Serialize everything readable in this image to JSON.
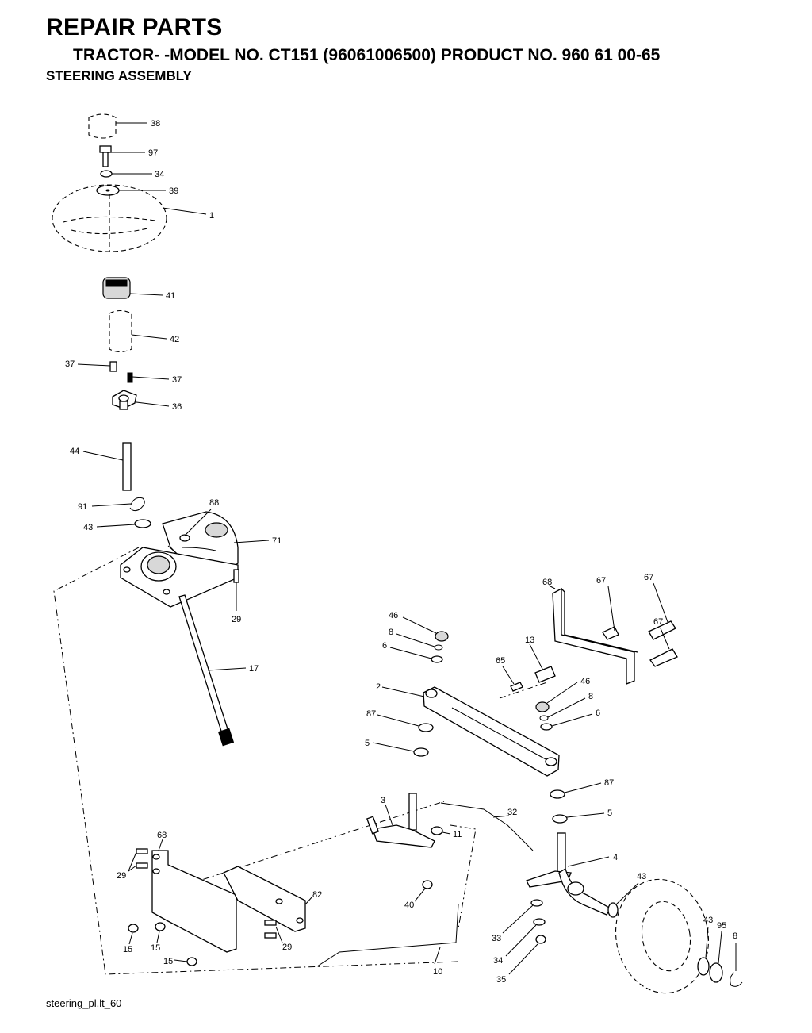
{
  "header": {
    "title": "REPAIR PARTS",
    "subtitle": "TRACTOR- -MODEL NO. CT151 (96061006500) PRODUCT NO. 960 61 00-65",
    "section": "STEERING ASSEMBLY"
  },
  "footer": {
    "code": "steering_pl.lt_60"
  },
  "callouts": {
    "c38": "38",
    "c97": "97",
    "c34a": "34",
    "c39": "39",
    "c1": "1",
    "c41": "41",
    "c42": "42",
    "c37a": "37",
    "c37b": "37",
    "c36": "36",
    "c44": "44",
    "c91": "91",
    "c43a": "43",
    "c88": "88",
    "c71": "71",
    "c29a": "29",
    "c17": "17",
    "c68a": "68",
    "c67a": "67",
    "c67b": "67",
    "c67c": "67",
    "c46a": "46",
    "c8a": "8",
    "c6a": "6",
    "c13": "13",
    "c65": "65",
    "c46b": "46",
    "c8b": "8",
    "c6b": "6",
    "c2": "2",
    "c87a": "87",
    "c5a": "5",
    "c87b": "87",
    "c5b": "5",
    "c3": "3",
    "c32": "32",
    "c11": "11",
    "c4": "4",
    "c43b": "43",
    "c40": "40",
    "c33": "33",
    "c34b": "34",
    "c35": "35",
    "c43c": "43",
    "c95": "95",
    "c8c": "8",
    "c68b": "68",
    "c29b": "29",
    "c82": "82",
    "c29c": "29",
    "c15a": "15",
    "c15b": "15",
    "c15c": "15",
    "c10": "10"
  }
}
